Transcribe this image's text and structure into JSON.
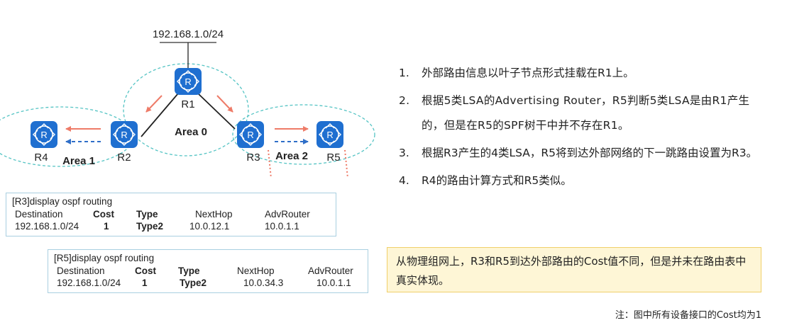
{
  "network": {
    "label": "192.168.1.0/24"
  },
  "routers": {
    "r1": "R1",
    "r2": "R2",
    "r3": "R3",
    "r4": "R4",
    "r5": "R5",
    "icon_glyph": "R"
  },
  "areas": {
    "area0": "Area 0",
    "area1": "Area 1",
    "area2": "Area 2"
  },
  "colors": {
    "router_fill": "#1f6fd0",
    "area_outline": "#55c4c4",
    "lsa_arrow": "#ee7b68",
    "dashed_arrow": "#2f6fc8",
    "dotted_link": "#ee7b68",
    "note_bg": "#fef6d6",
    "note_border": "#f0d06a",
    "box_border": "#a9cfe0"
  },
  "r3_table": {
    "command": "[R3]display ospf routing",
    "headers": {
      "destination": "Destination",
      "cost": "Cost",
      "type": "Type",
      "nexthop": "NextHop",
      "advrouter": "AdvRouter"
    },
    "row": {
      "destination": "192.168.1.0/24",
      "cost": "1",
      "type": "Type2",
      "nexthop": "10.0.12.1",
      "advrouter": "10.0.1.1"
    }
  },
  "r5_table": {
    "command": "[R5]display ospf routing",
    "headers": {
      "destination": "Destination",
      "cost": "Cost",
      "type": "Type",
      "nexthop": "NextHop",
      "advrouter": "AdvRouter"
    },
    "row": {
      "destination": "192.168.1.0/24",
      "cost": "1",
      "type": "Type2",
      "nexthop": "10.0.34.3",
      "advrouter": "10.0.1.1"
    }
  },
  "list": [
    {
      "num": "1.",
      "text": "外部路由信息以叶子节点形式挂载在R1上。"
    },
    {
      "num": "2.",
      "text": "根据5类LSA的Advertising Router，R5判断5类LSA是由R1产生的，但是在R5的SPF树干中并不存在R1。"
    },
    {
      "num": "3.",
      "text": "根据R3产生的4类LSA，R5将到达外部网络的下一跳路由设置为R3。"
    },
    {
      "num": "4.",
      "text": "R4的路由计算方式和R5类似。"
    }
  ],
  "note": "从物理组网上，R3和R5到达外部路由的Cost值不同，但是并未在路由表中真实体现。",
  "footnote": "注：图中所有设备接口的Cost均为1"
}
